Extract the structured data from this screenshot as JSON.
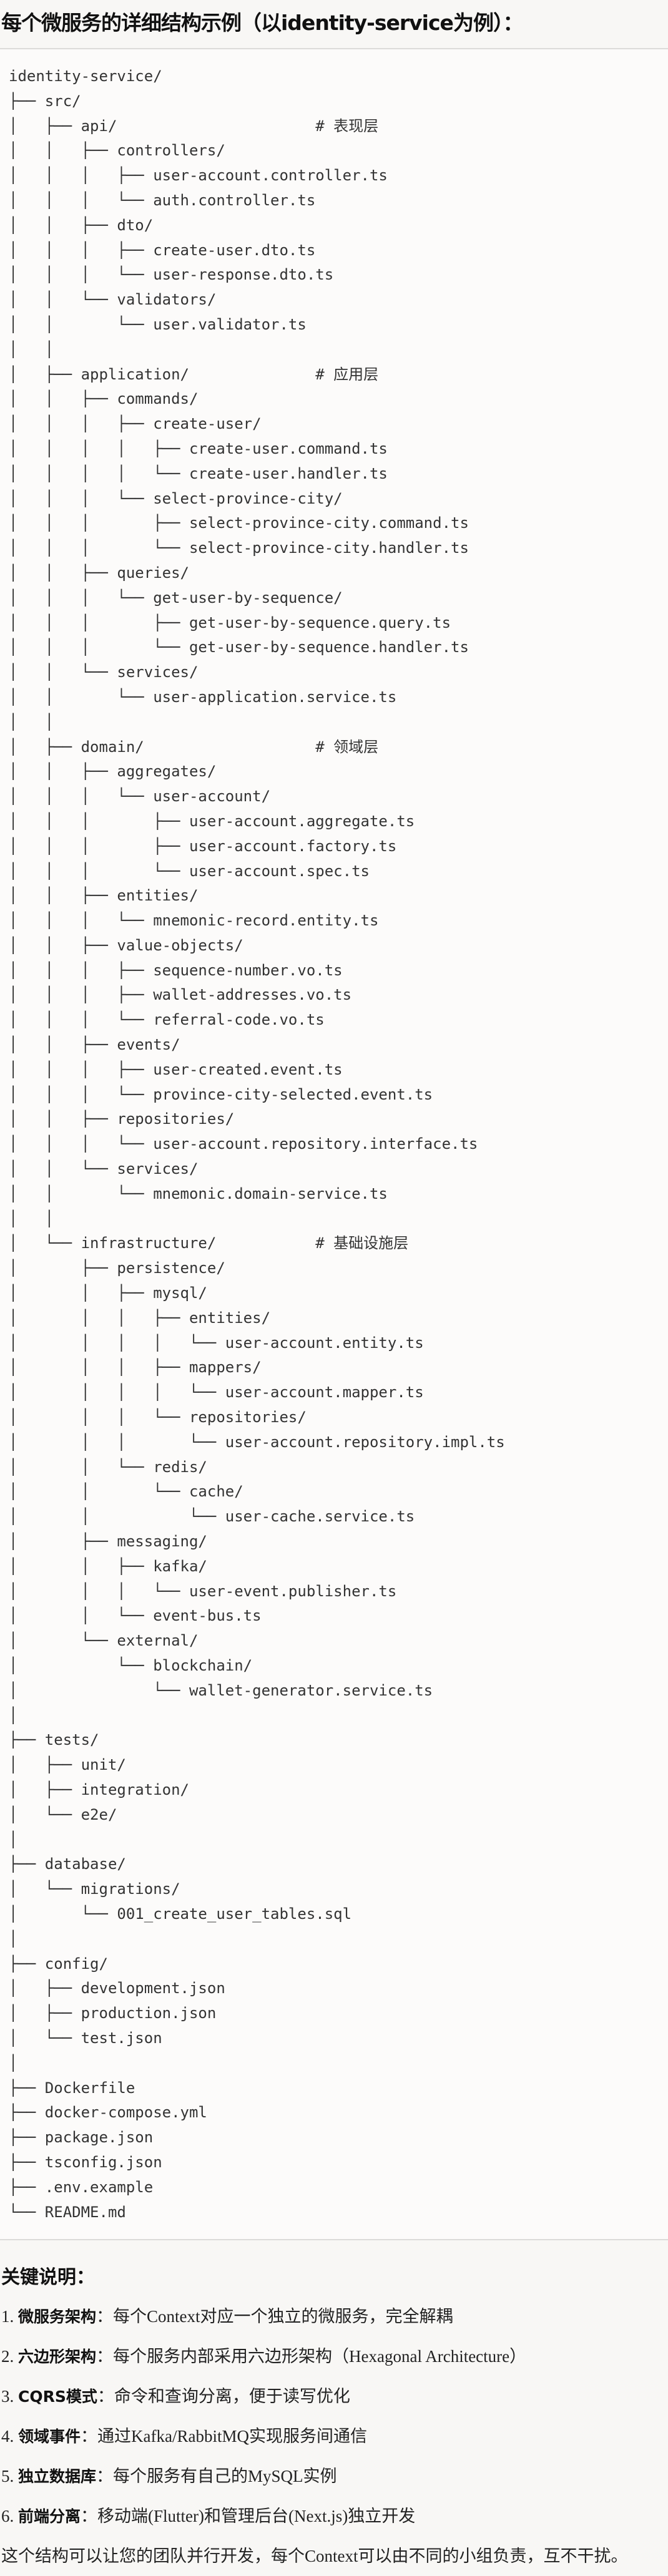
{
  "title": "每个微服务的详细结构示例（以identity-service为例）：",
  "tree_lines": [
    "identity-service/",
    "├── src/",
    "│   ├── api/                      # 表现层",
    "│   │   ├── controllers/",
    "│   │   │   ├── user-account.controller.ts",
    "│   │   │   └── auth.controller.ts",
    "│   │   ├── dto/",
    "│   │   │   ├── create-user.dto.ts",
    "│   │   │   └── user-response.dto.ts",
    "│   │   └── validators/",
    "│   │       └── user.validator.ts",
    "│   │",
    "│   ├── application/              # 应用层",
    "│   │   ├── commands/",
    "│   │   │   ├── create-user/",
    "│   │   │   │   ├── create-user.command.ts",
    "│   │   │   │   └── create-user.handler.ts",
    "│   │   │   └── select-province-city/",
    "│   │   │       ├── select-province-city.command.ts",
    "│   │   │       └── select-province-city.handler.ts",
    "│   │   ├── queries/",
    "│   │   │   └── get-user-by-sequence/",
    "│   │   │       ├── get-user-by-sequence.query.ts",
    "│   │   │       └── get-user-by-sequence.handler.ts",
    "│   │   └── services/",
    "│   │       └── user-application.service.ts",
    "│   │",
    "│   ├── domain/                   # 领域层",
    "│   │   ├── aggregates/",
    "│   │   │   └── user-account/",
    "│   │   │       ├── user-account.aggregate.ts",
    "│   │   │       ├── user-account.factory.ts",
    "│   │   │       └── user-account.spec.ts",
    "│   │   ├── entities/",
    "│   │   │   └── mnemonic-record.entity.ts",
    "│   │   ├── value-objects/",
    "│   │   │   ├── sequence-number.vo.ts",
    "│   │   │   ├── wallet-addresses.vo.ts",
    "│   │   │   └── referral-code.vo.ts",
    "│   │   ├── events/",
    "│   │   │   ├── user-created.event.ts",
    "│   │   │   └── province-city-selected.event.ts",
    "│   │   ├── repositories/",
    "│   │   │   └── user-account.repository.interface.ts",
    "│   │   └── services/",
    "│   │       └── mnemonic.domain-service.ts",
    "│   │",
    "│   └── infrastructure/           # 基础设施层",
    "│       ├── persistence/",
    "│       │   ├── mysql/",
    "│       │   │   ├── entities/",
    "│       │   │   │   └── user-account.entity.ts",
    "│       │   │   ├── mappers/",
    "│       │   │   │   └── user-account.mapper.ts",
    "│       │   │   └── repositories/",
    "│       │   │       └── user-account.repository.impl.ts",
    "│       │   └── redis/",
    "│       │       └── cache/",
    "│       │           └── user-cache.service.ts",
    "│       ├── messaging/",
    "│       │   ├── kafka/",
    "│       │   │   └── user-event.publisher.ts",
    "│       │   └── event-bus.ts",
    "│       └── external/",
    "│           └── blockchain/",
    "│               └── wallet-generator.service.ts",
    "│",
    "├── tests/",
    "│   ├── unit/",
    "│   ├── integration/",
    "│   └── e2e/",
    "│",
    "├── database/",
    "│   └── migrations/",
    "│       └── 001_create_user_tables.sql",
    "│",
    "├── config/",
    "│   ├── development.json",
    "│   ├── production.json",
    "│   └── test.json",
    "│",
    "├── Dockerfile",
    "├── docker-compose.yml",
    "├── package.json",
    "├── tsconfig.json",
    "├── .env.example",
    "└── README.md"
  ],
  "notes": {
    "heading": "关键说明：",
    "items": [
      {
        "num": "1. ",
        "label": "微服务架构",
        "text": "：每个Context对应一个独立的微服务，完全解耦"
      },
      {
        "num": "2. ",
        "label": "六边形架构",
        "text": "：每个服务内部采用六边形架构（Hexagonal Architecture）"
      },
      {
        "num": "3. ",
        "label": "CQRS模式",
        "text": "：命令和查询分离，便于读写优化"
      },
      {
        "num": "4. ",
        "label": "领域事件",
        "text": "：通过Kafka/RabbitMQ实现服务间通信"
      },
      {
        "num": "5. ",
        "label": "独立数据库",
        "text": "：每个服务有自己的MySQL实例"
      },
      {
        "num": "6. ",
        "label": "前端分离",
        "text": "：移动端(Flutter)和管理后台(Next.js)独立开发"
      }
    ],
    "summary": "这个结构可以让您的团队并行开发，每个Context可以由不同的小组负责，互不干扰。"
  }
}
